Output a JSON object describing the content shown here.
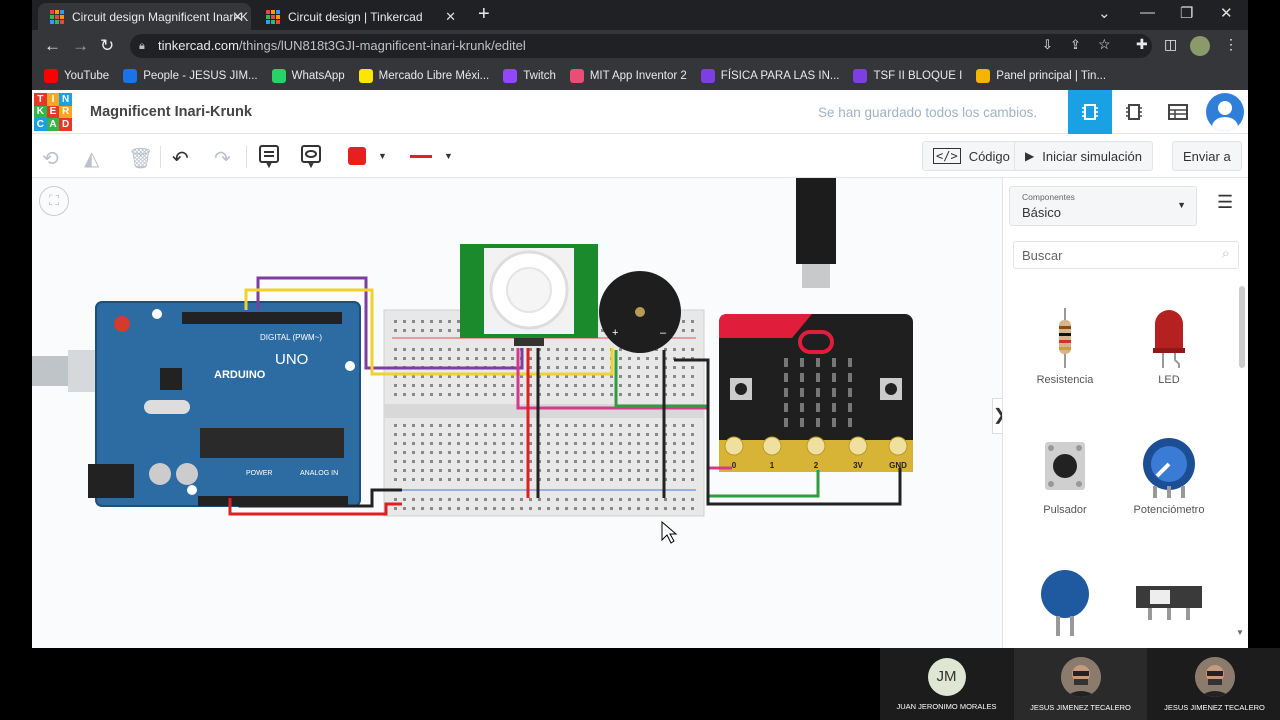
{
  "browser": {
    "tabs": [
      {
        "title": "Circuit design Magnificent Inari-K"
      },
      {
        "title": "Circuit design | Tinkercad"
      }
    ],
    "new_tab": "+",
    "url_host": "tinkercad.com",
    "url_path": "/things/lUN818t3GJI-magnificent-inari-krunk/editel",
    "bookmarks": [
      {
        "label": "YouTube",
        "color": "#ff0000"
      },
      {
        "label": "People - JESUS JIM...",
        "color": "#1a73e8"
      },
      {
        "label": "WhatsApp",
        "color": "#25d366"
      },
      {
        "label": "Mercado Libre Méxi...",
        "color": "#ffe600"
      },
      {
        "label": "Twitch",
        "color": "#9146ff"
      },
      {
        "label": "MIT App Inventor 2",
        "color": "#e94e77"
      },
      {
        "label": "FÍSICA PARA LAS IN...",
        "color": "#7b3fe4"
      },
      {
        "label": "TSF II BLOQUE I",
        "color": "#7b3fe4"
      },
      {
        "label": "Panel principal | Tin...",
        "color": "#f4b400"
      }
    ]
  },
  "app": {
    "logo": [
      "T",
      "I",
      "N",
      "K",
      "E",
      "R",
      "C",
      "A",
      "D"
    ],
    "title": "Magnificent Inari-Krunk",
    "saved_status": "Se han guardado todos los cambios.",
    "accent": "#1aa1e3",
    "toolbar": {
      "code": "Código",
      "simulate": "Iniciar simulación",
      "send": "Enviar a"
    },
    "components": {
      "dropdown_label": "Componentes",
      "dropdown_value": "Básico",
      "search_placeholder": "Buscar",
      "items": [
        {
          "name": "Resistencia"
        },
        {
          "name": "LED"
        },
        {
          "name": "Pulsador"
        },
        {
          "name": "Potenciómetro"
        },
        {
          "name": ""
        },
        {
          "name": ""
        }
      ]
    },
    "circuit": {
      "arduino_brand": "ARDUINO",
      "arduino_model": "UNO",
      "digital_label": "DIGITAL (PWM~)",
      "power_label": "POWER",
      "analog_label": "ANALOG IN",
      "microbit_pins": [
        "0",
        "1",
        "2",
        "3V",
        "GND"
      ]
    }
  },
  "video_call": [
    {
      "initials": "JM",
      "name": "JUAN JERONIMO MORALES"
    },
    {
      "initials": "",
      "name": "JESUS JIMENEZ TECALERO"
    },
    {
      "initials": "",
      "name": "JESUS JIMENEZ TECALERO"
    }
  ]
}
